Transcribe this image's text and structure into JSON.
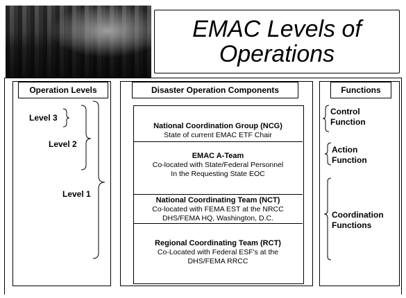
{
  "title": {
    "line1": "EMAC Levels of",
    "line2": "Operations"
  },
  "columns": {
    "operation_levels": "Operation Levels",
    "components": "Disaster Operation Components",
    "functions": "Functions"
  },
  "levels": [
    "Level 3",
    "Level 2",
    "Level 1"
  ],
  "components": [
    {
      "name": "National Coordination Group (NCG)",
      "lines": [
        "State of current EMAC ETF Chair"
      ]
    },
    {
      "name": "EMAC A-Team",
      "lines": [
        "Co-located with State/Federal Personnel",
        "In the Requesting State EOC"
      ]
    },
    {
      "name": "National Coordinating Team (NCT)",
      "lines": [
        "Co-located with FEMA EST at the NRCC",
        "DHS/FEMA HQ, Washington, D.C."
      ]
    },
    {
      "name": "Regional Coordinating Team (RCT)",
      "lines": [
        "Co-Located with Federal ESF's at the",
        "DHS/FEMA RRCC"
      ]
    }
  ],
  "functions": [
    {
      "line1": "Control",
      "line2": "Function"
    },
    {
      "line1": "Action",
      "line2": "Function"
    },
    {
      "line1": "Coordination",
      "line2": "Functions"
    }
  ]
}
